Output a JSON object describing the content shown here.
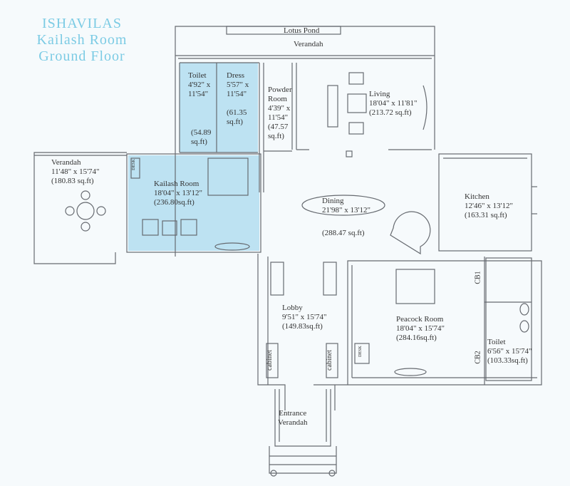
{
  "title": {
    "line1": "ISHAVILAS",
    "line2": "Kailash Room",
    "line3": "Ground Floor"
  },
  "colors": {
    "highlight": "#bde2f2",
    "title": "#7ccbe4",
    "wall": "#666a70"
  },
  "labels": {
    "lotus_pond": "Lotus Pond",
    "verandah_top": "Verandah",
    "toilet_left": {
      "name": "Toilet",
      "dims": "4'92\" x\n11'54\"",
      "area": "(54.89\nsq.ft)"
    },
    "dress": {
      "name": "Dress",
      "dims": "5'57\" x\n11'54\"",
      "area": "(61.35\nsq.ft)"
    },
    "powder": {
      "name": "Powder\nRoom",
      "dims": "4'39\" x\n11'54\"",
      "area": "(47.57\nsq.ft)"
    },
    "living": {
      "name": "Living",
      "dims": "18'04\" x 11'81\"",
      "area": "(213.72 sq.ft)"
    },
    "verandah_left": {
      "name": "Verandah",
      "dims": "11'48\" x 15'74\"",
      "area": "(180.83 sq.ft)"
    },
    "kailash": {
      "name": "Kailash Room",
      "dims": "18'04\" x 13'12\"",
      "area": "(236.80sq.ft)"
    },
    "dining": {
      "name": "Dining",
      "dims": "21'98\" x 13'12\"",
      "area": "(288.47 sq.ft)"
    },
    "kitchen": {
      "name": "Kitchen",
      "dims": "12'46\" x 13'12\"",
      "area": "(163.31 sq.ft)"
    },
    "lobby": {
      "name": "Lobby",
      "dims": "9'51\" x 15'74\"",
      "area": "(149.83sq.ft)"
    },
    "peacock": {
      "name": "Peacock Room",
      "dims": "18'04\" x 15'74\"",
      "area": "(284.16sq.ft)"
    },
    "toilet_right": {
      "name": "Toilet",
      "dims": "6'56\" x 15'74\"",
      "area": "(103.33sq.ft)"
    },
    "entrance": "Entrance\nVerandah",
    "cabinet": "cabinet",
    "cb1": "CB1",
    "cb2": "CB2",
    "desk": "DESK"
  }
}
